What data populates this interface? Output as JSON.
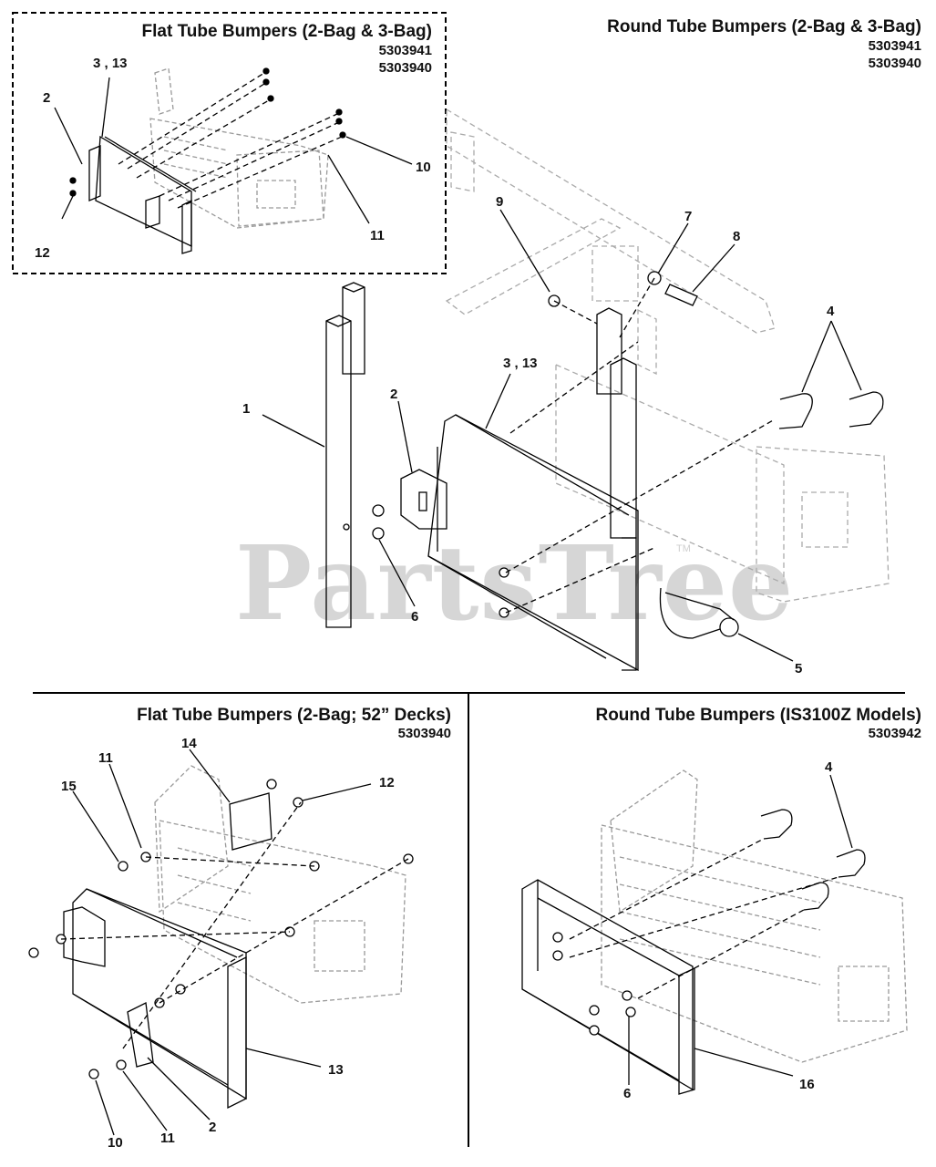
{
  "watermark": "PartsTree",
  "watermark_tm": "TM",
  "panels": {
    "top_left": {
      "title": "Flat Tube Bumpers (2-Bag & 3-Bag)",
      "part_numbers": [
        "5303941",
        "5303940"
      ],
      "callouts": [
        "3 , 13",
        "2",
        "10",
        "11",
        "12"
      ]
    },
    "top_right": {
      "title": "Round Tube Bumpers (2-Bag & 3-Bag)",
      "part_numbers": [
        "5303941",
        "5303940"
      ],
      "callouts": [
        "9",
        "7",
        "8",
        "4",
        "3 , 13",
        "2",
        "1",
        "6",
        "5"
      ]
    },
    "bottom_left": {
      "title": "Flat Tube Bumpers (2-Bag; 52” Decks)",
      "part_numbers": [
        "5303940"
      ],
      "callouts": [
        "14",
        "11",
        "12",
        "15",
        "13",
        "2",
        "10",
        "11"
      ]
    },
    "bottom_right": {
      "title": "Round Tube Bumpers (IS3100Z Models)",
      "part_numbers": [
        "5303942"
      ],
      "callouts": [
        "4",
        "6",
        "16"
      ]
    }
  }
}
